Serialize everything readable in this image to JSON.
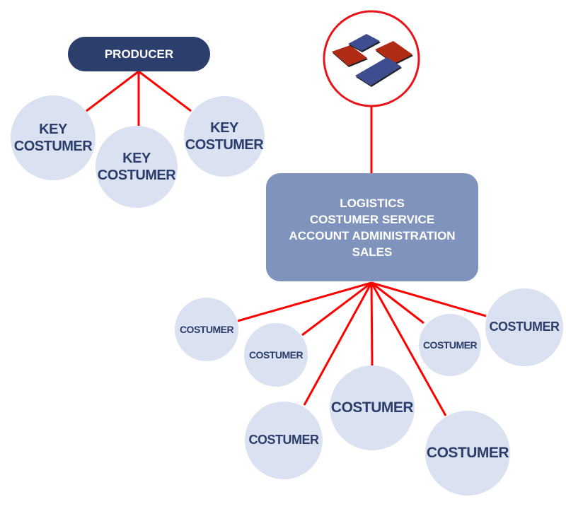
{
  "colors": {
    "connector": "#ff0000",
    "node_fill": "#dae1f1",
    "node_text": "#2b3d6b",
    "producer_fill": "#2c3f6c",
    "hub_fill": "#8093bd",
    "logo_ring": "#e8141a",
    "logo_red": "#b02a14",
    "logo_blue": "#3d4d8f"
  },
  "producer": {
    "label": "PRODUCER"
  },
  "key_customers": [
    {
      "label": "KEY\nCOSTUMER"
    },
    {
      "label": "KEY\nCOSTUMER"
    },
    {
      "label": "KEY\nCOSTUMER"
    }
  ],
  "logo": {
    "icon": "company-logo-icon"
  },
  "hub": {
    "lines": [
      "LOGISTICS",
      "COSTUMER SERVICE",
      "ACCOUNT ADMINISTRATION",
      "SALES"
    ]
  },
  "customers": [
    {
      "label": "COSTUMER"
    },
    {
      "label": "COSTUMER"
    },
    {
      "label": "COSTUMER"
    },
    {
      "label": "COSTUMER"
    },
    {
      "label": "COSTUMER"
    },
    {
      "label": "COSTUMER"
    },
    {
      "label": "COSTUMER"
    }
  ]
}
